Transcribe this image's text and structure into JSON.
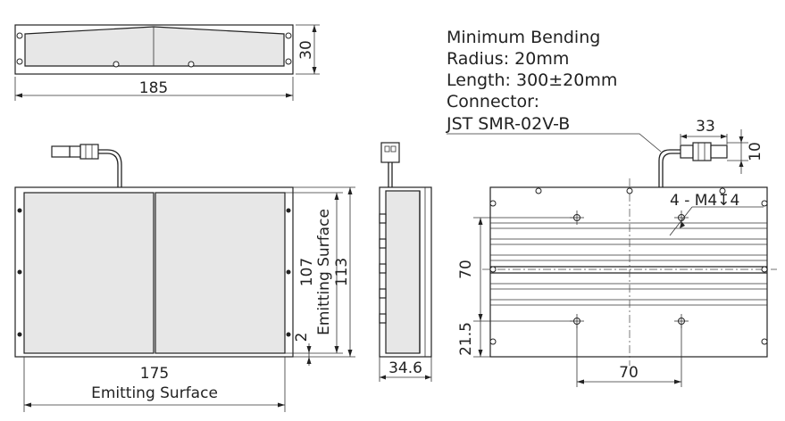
{
  "notes": {
    "line1": "Minimum Bending",
    "line2": "Radius: 20mm",
    "line3": "Length: 300±20mm",
    "line4": "Connector:",
    "line5": "JST SMR-02V-B"
  },
  "top_view": {
    "width": "185",
    "height": "30"
  },
  "front_view": {
    "width": "175",
    "width_label": "Emitting Surface",
    "emit_height": "107",
    "emit_height_label": "Emitting Surface",
    "height": "113",
    "margin": "2"
  },
  "side_view": {
    "depth": "34.6"
  },
  "back_view": {
    "connector_len": "33",
    "connector_h": "10",
    "hole_label": "4 - M4↧4",
    "v_spacing": "70",
    "bottom_offset": "21.5",
    "h_spacing": "70"
  }
}
